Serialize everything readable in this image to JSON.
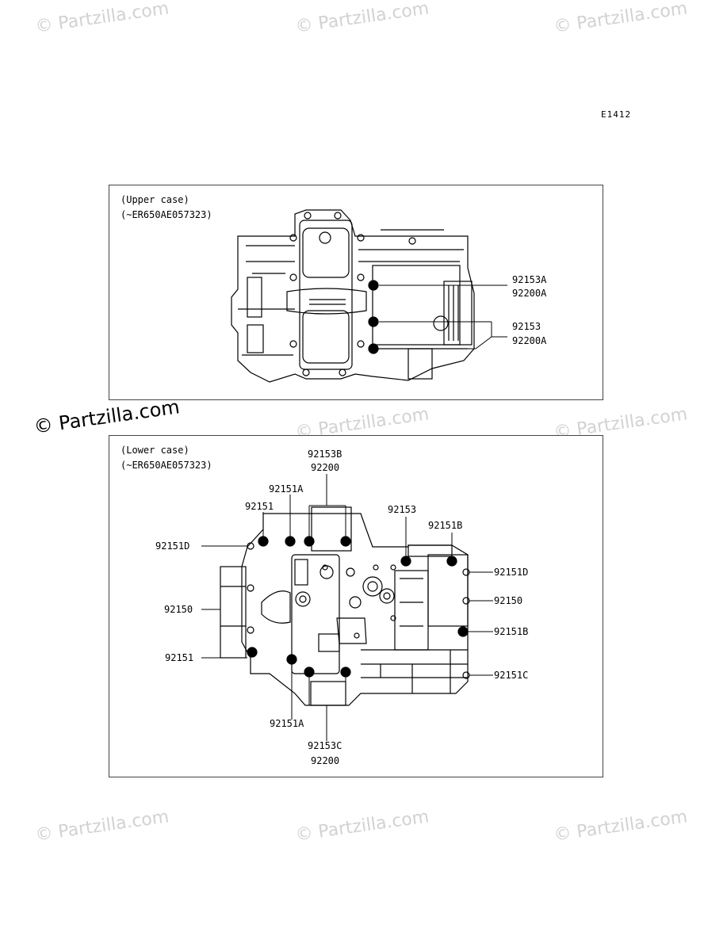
{
  "watermark": "© Partzilla.com",
  "diagram_ref": "E1412",
  "upper": {
    "title": "(Upper case)",
    "range": "(~ER650AE057323)",
    "callouts": [
      {
        "id": "upper-92153A",
        "text": "92153A"
      },
      {
        "id": "upper-92200A-1",
        "text": "92200A"
      },
      {
        "id": "upper-92153",
        "text": "92153"
      },
      {
        "id": "upper-92200A-2",
        "text": "92200A"
      }
    ]
  },
  "lower": {
    "title": "(Lower case)",
    "range": "(~ER650AE057323)",
    "callouts": [
      {
        "id": "lower-92153B",
        "text": "92153B"
      },
      {
        "id": "lower-92200-top",
        "text": "92200"
      },
      {
        "id": "lower-92151A-top",
        "text": "92151A"
      },
      {
        "id": "lower-92151-top",
        "text": "92151"
      },
      {
        "id": "lower-92153-top",
        "text": "92153"
      },
      {
        "id": "lower-92151B-top",
        "text": "92151B"
      },
      {
        "id": "lower-92151D-left",
        "text": "92151D"
      },
      {
        "id": "lower-92151D-right",
        "text": "92151D"
      },
      {
        "id": "lower-92150-left",
        "text": "92150"
      },
      {
        "id": "lower-92150-right",
        "text": "92150"
      },
      {
        "id": "lower-92151B-right",
        "text": "92151B"
      },
      {
        "id": "lower-92151-left",
        "text": "92151"
      },
      {
        "id": "lower-92151C-right",
        "text": "92151C"
      },
      {
        "id": "lower-92151A-bottom",
        "text": "92151A"
      },
      {
        "id": "lower-92153C",
        "text": "92153C"
      },
      {
        "id": "lower-92200-bottom",
        "text": "92200"
      }
    ]
  }
}
